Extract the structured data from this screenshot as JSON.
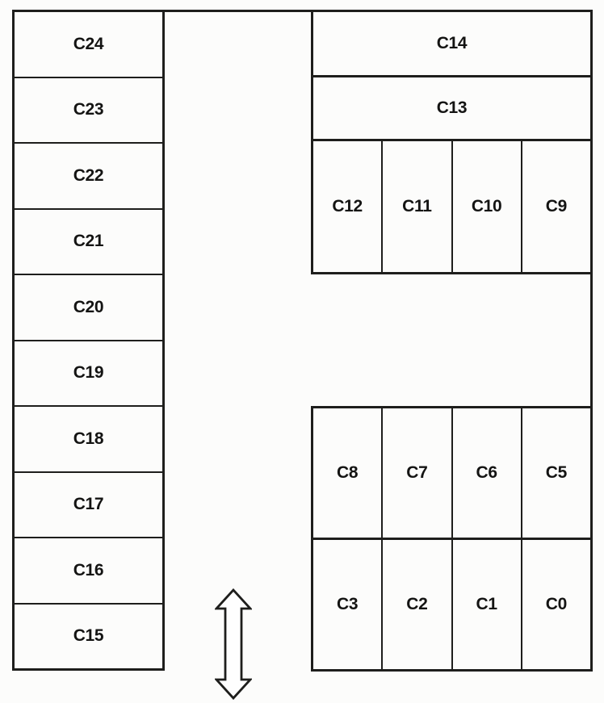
{
  "page": {
    "background": "#fcfcfb",
    "line_color": "#1e1e1c",
    "text_color": "#141413"
  },
  "diagram": {
    "left_column": {
      "cells": [
        "C24",
        "C23",
        "C22",
        "C21",
        "C20",
        "C19",
        "C18",
        "C17",
        "C16",
        "C15"
      ]
    },
    "top_right_block": {
      "wide_rows": [
        "C14",
        "C13"
      ],
      "columns": [
        "C12",
        "C11",
        "C10",
        "C9"
      ]
    },
    "bottom_right_block": {
      "row_upper": [
        "C8",
        "C7",
        "C6",
        "C5"
      ],
      "row_lower": [
        "C3",
        "C2",
        "C1",
        "C0"
      ]
    },
    "arrow_icon": "vertical-double-arrow"
  }
}
